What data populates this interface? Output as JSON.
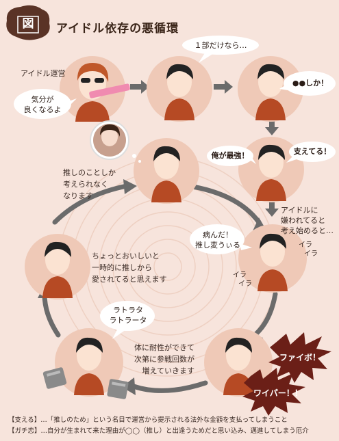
{
  "header": {
    "badge": "図",
    "title": "アイドル依存の悪循環"
  },
  "labels": {
    "idol_management": "アイドル運営",
    "feel_good": [
      "気分が",
      "良くなるよ"
    ],
    "just_one": "１部だけなら…",
    "only": "●●しか！",
    "best": "俺が最強！",
    "support": "支えてる！",
    "hated": [
      "アイドルに",
      "嫌われてると",
      "考え始めると…"
    ],
    "sick": [
      "病んだ！",
      "推し変うぃる"
    ],
    "ira1": [
      "イラ",
      "イラ"
    ],
    "ira2": [
      "イラ",
      "イラ"
    ],
    "fight": "ファイボ！",
    "wiper": "ワイパー！！",
    "tolerance": [
      "体に耐性ができて",
      "次第に参戦回数が",
      "増えていきます"
    ],
    "ratora": [
      "ラトラタ",
      "ラトラータ"
    ],
    "feel_loved": [
      "ちょっとおいしいと",
      "一時的に推しから",
      "愛されてると思えます"
    ],
    "only_oshi": [
      "推しのことしか",
      "考えられなく",
      "なります"
    ]
  },
  "footnotes": [
    "【支える】…「推しのため」という名目で運営から提示される法外な金額を支払ってしまうこと",
    "【ガチ恋】…自分が生まれて来た理由が◯◯（推し）と出逢うためだと思い込み、邁進してしまう厄介"
  ],
  "colors": {
    "background": "#f7e4dc",
    "circle": "#efc9b7",
    "badge": "#5a3326",
    "arrow": "#6b6b6b",
    "burst": "#6b1f17",
    "shirt": "#b64a24"
  }
}
